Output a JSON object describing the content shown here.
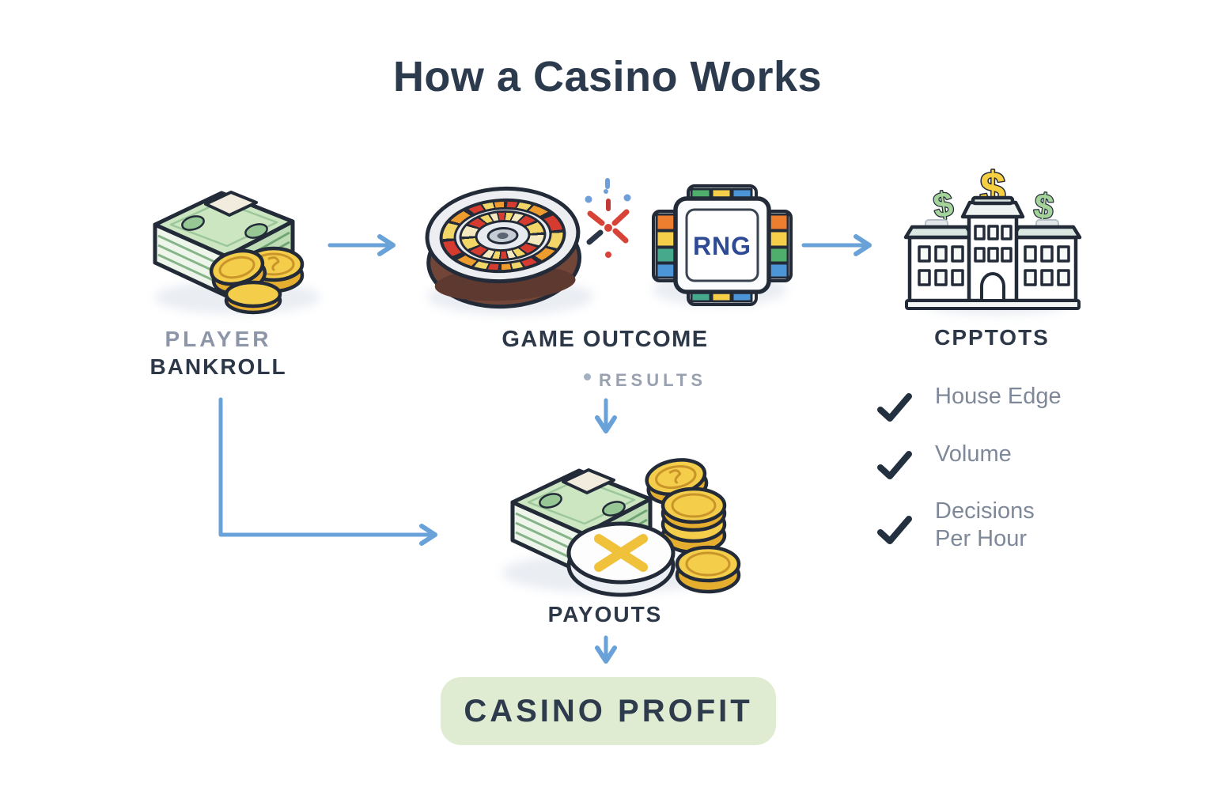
{
  "title": "How a Casino Works",
  "bankroll": {
    "label_line1": "PLAYER",
    "label_line2": "BANKROLL"
  },
  "game_outcome": {
    "label": "GAME OUTCOME",
    "sublabel": "RESULTS",
    "chip_text": "RNG"
  },
  "casino": {
    "label": "CPPTOTS",
    "checklist": [
      {
        "label": "House Edge"
      },
      {
        "label": "Volume"
      },
      {
        "label": "Decisions Per Hour"
      }
    ]
  },
  "payouts": {
    "label": "PAYOUTS"
  },
  "profit": {
    "label": "CASINO PROFIT"
  },
  "icons": {
    "dollar": "$",
    "check": "✓",
    "bankroll_icon": "cash-stack-with-coins",
    "game_icon": "roulette-wheel",
    "rng_icon": "rng-chip",
    "casino_icon": "casino-building",
    "payouts_icon": "cash-stack-chip-coins"
  },
  "colors": {
    "arrow": "#68a2d8",
    "heading": "#2c3a4e",
    "muted_label": "#8d95a8",
    "checklist_text": "#7e8899",
    "check_mark": "#22303f",
    "profit_pill_bg": "#dfecd2",
    "money_green": "#cde6c2",
    "coin_gold": "#f4cd4a"
  }
}
